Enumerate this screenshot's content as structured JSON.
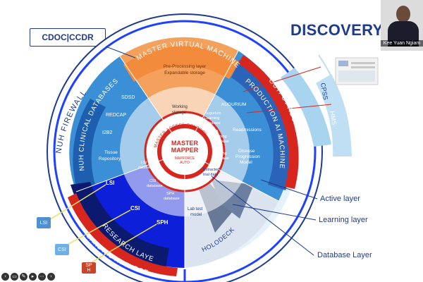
{
  "header": {
    "tag_label": "CDOC|CCDR",
    "title": "DISCOVERY"
  },
  "video": {
    "participant_name": "Kee Yuan Ngiam"
  },
  "diagram": {
    "outer_ring": "NUH FIREWALL",
    "master_vm": "MASTER VIRTUAL MACHINE",
    "preprocessing": "Pre-Processing layer",
    "expandable": "Expandable storage",
    "clinical_db": "NUH CLINICAL DATABASES",
    "production": "PRODUCTION AI MACHINE",
    "output_agg": "OUTPUT AGGREGATOR",
    "research": "RESEARCH LAYER",
    "bandwidth": "BANDWIDTH THROTTLING",
    "holodeck": "HOLODECK",
    "access_control": "MASTER ACCESS CONTROL",
    "mapper_1": "MASTER",
    "mapper_2": "MAPPER",
    "mapforce_1": "MAPFORCE",
    "mapforce_2": "AUTO",
    "sdsd": "SDSD",
    "redcap": "REDCAP",
    "i2b2": "I2B2",
    "tissue_1": "Tissue",
    "tissue_2": "Repository",
    "working_1": "Working",
    "working_2": "storage",
    "augurium": "AUGURIUM",
    "readmissions": "Readmissions",
    "disease_1": "Disease",
    "disease_2": "Progression",
    "disease_3": "Model",
    "aug_learn_1": "Augurium",
    "aug_learn_2": "Learning",
    "aug_learn_3": "database",
    "ra_1": "RA",
    "ra_2": "learning",
    "ra_3": "database",
    "dpm_1": "DPM",
    "dpm_2": "learning",
    "dpm_3": "database",
    "extracted_1": "Extracted",
    "extracted_2": "trial data",
    "lsi_db_1": "LSI",
    "lsi_db_2": "database",
    "csi_db_1": "CSI",
    "csi_db_2": "database",
    "sph_db_1": "SPH",
    "sph_db_2": "database",
    "lab_1": "Lab test",
    "lab_2": "model",
    "lsi": "LSI",
    "csi": "CSI",
    "sph": "SPH",
    "cpss": "CPSS",
    "hms": "HMS"
  },
  "legend": {
    "active": "Active layer",
    "learning": "Learning layer",
    "database": "Database Layer"
  },
  "tags": {
    "lsi": "LSI",
    "csi": "CSI",
    "sph_1": "SP",
    "sph_2": "H"
  },
  "colors": {
    "navy": "#1f3b8f",
    "blue": "#1e40ff",
    "red": "#d7261e",
    "orange": "#f28c3c",
    "light_blue": "#a9d4f0",
    "pale_blue": "#d7ebf8",
    "gray": "#8a8fa0"
  }
}
